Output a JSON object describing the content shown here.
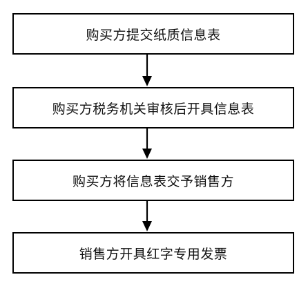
{
  "steps": [
    {
      "label": "购买方提交纸质信息表"
    },
    {
      "label": "购买方税务机关审核后开具信息表"
    },
    {
      "label": "购买方将信息表交予销售方"
    },
    {
      "label": "销售方开具红字专用发票"
    }
  ],
  "colors": {
    "border": "#000000",
    "text": "#111111",
    "background": "#ffffff"
  }
}
